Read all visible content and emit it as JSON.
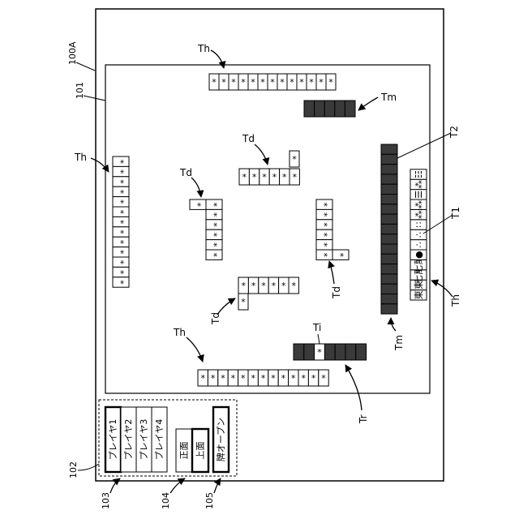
{
  "labels": {
    "device": "100A",
    "screen": "101",
    "panel": "102",
    "player_group": "103",
    "view_group": "104",
    "open_group": "105",
    "hand_top": "Th",
    "hand_left": "Th",
    "hand_bottom": "Th",
    "hand_right": "Th",
    "mount_top": "Tm",
    "mount_right": "Tm",
    "discard_top": "Td",
    "discard_left": "Td",
    "discard_right": "Td",
    "discard_bottom": "Td",
    "t1": "T1",
    "t2": "T2",
    "ti": "Ti",
    "tr": "Tr"
  },
  "tile_mark": "*",
  "hand_tiles": [
    "東",
    "東",
    "七萬",
    "七萬",
    "●",
    "∴",
    "∴",
    "∷",
    "⁂",
    "⁂",
    "☰",
    "⁂",
    "☷"
  ],
  "buttons": {
    "players": [
      "プレイヤ1",
      "プレイヤ2",
      "プレイヤ3",
      "プレイヤ4"
    ],
    "views": [
      "正面",
      "上面"
    ],
    "open": "牌オープン"
  },
  "colors": {
    "line": "#000000",
    "dark_tile": "#3a3a3a",
    "background": "#ffffff"
  }
}
